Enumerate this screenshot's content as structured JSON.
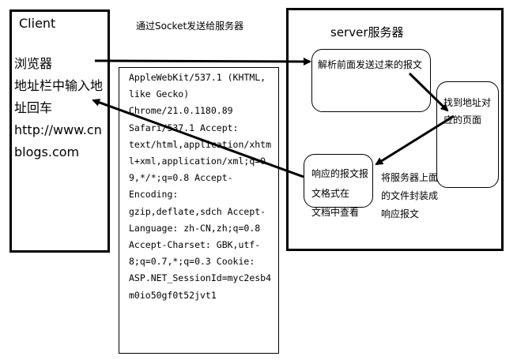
{
  "client": {
    "title": "Client",
    "lines": [
      "浏览器",
      "地址栏中输入地址回车",
      "http://www.cnblogs.com"
    ]
  },
  "top_caption": "通过Socket发送给服务器",
  "server": {
    "title": "server服务器",
    "parse_step": "解析前面发送过来的报文",
    "find_step": "找到地址对应的页面",
    "response_step": "响应的报文报文格式在",
    "view_note": "文档中查看",
    "wrap_step": "将服务器上面的文件封装成响应报文"
  },
  "request_header": "AppleWebKit/537.1 (KHTML, like Gecko) Chrome/21.0.1180.89 Safari/537.1 Accept: text/html,application/xhtml+xml,application/xml;q=0.9,*/*;q=0.8 Accept-Encoding: gzip,deflate,sdch Accept-Language: zh-CN,zh;q=0.8 Accept-Charset: GBK,utf-8;q=0.7,*;q=0.3 Cookie: ASP.NET_SessionId=myc2esb4m0io50gf0t52jvt1"
}
